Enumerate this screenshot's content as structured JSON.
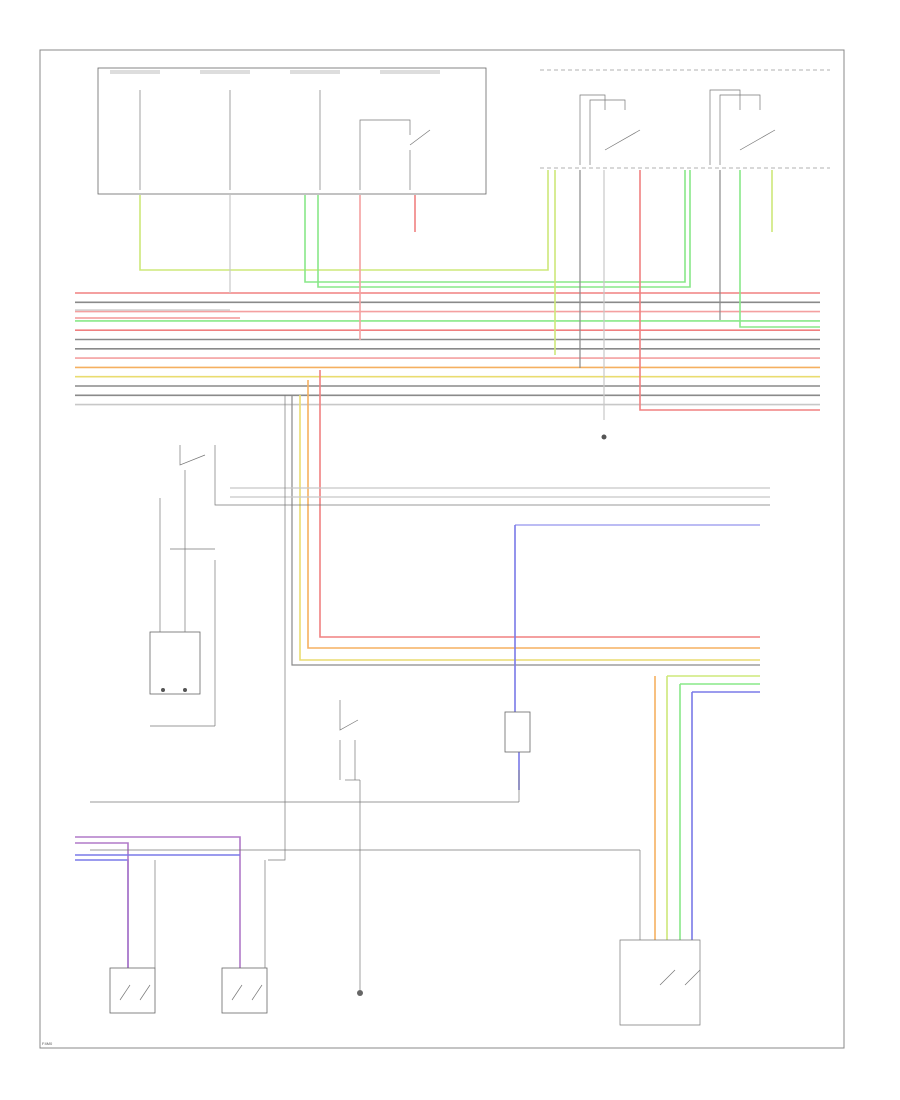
{
  "footer_code": "F4M0",
  "colors": {
    "red": "#f08080",
    "pink": "#f4a0a0",
    "green": "#88e888",
    "yellow_green": "#cde87a",
    "orange": "#f5b060",
    "yellow": "#eadc70",
    "blue": "#7a7ae8",
    "purple": "#b07ac8",
    "gray": "#8a8a8a",
    "light_gray": "#c8c8c8"
  },
  "wire_colors_order": [
    "red",
    "gray",
    "pink",
    "green",
    "red",
    "gray",
    "gray",
    "pink",
    "orange",
    "yellow",
    "gray",
    "gray",
    "light_gray"
  ]
}
